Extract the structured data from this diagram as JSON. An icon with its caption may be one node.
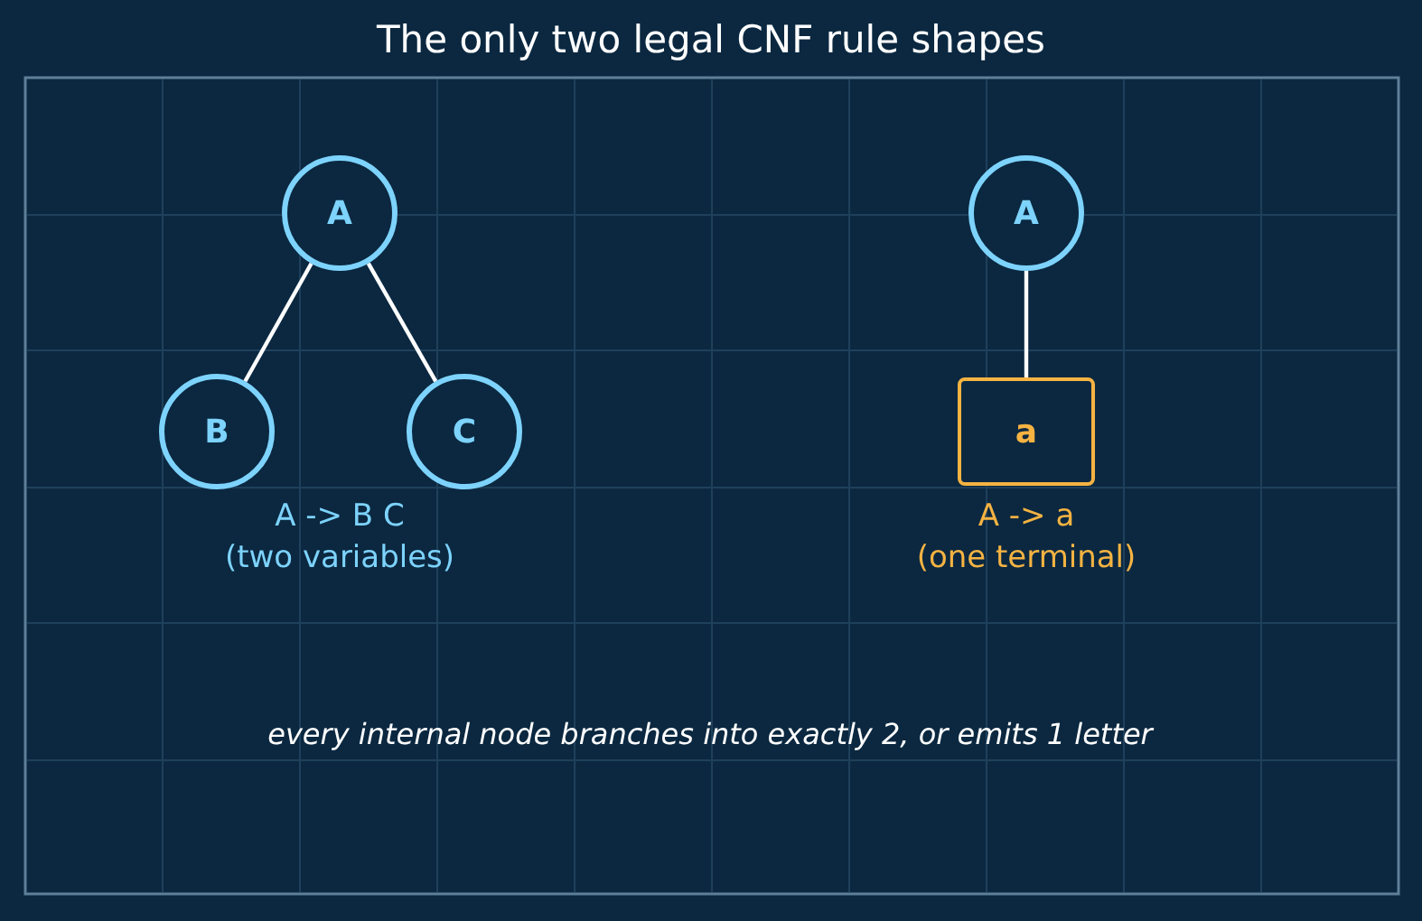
{
  "diagram": {
    "title": "The only two legal CNF rule shapes",
    "nodes": [
      {
        "text": [
          "A"
        ]
      },
      {
        "text": [
          "B"
        ]
      },
      {
        "text": [
          "C"
        ]
      },
      {
        "text": [
          "A"
        ]
      },
      {
        "text": [
          "a"
        ]
      }
    ],
    "edges": [
      {
        "from": 0,
        "to": 1,
        "arrow": "none"
      },
      {
        "from": 0,
        "to": 2,
        "arrow": "none"
      },
      {
        "from": 3,
        "to": 4,
        "arrow": "none"
      }
    ],
    "labels": [
      "A -> B C",
      "(two variables)",
      "A -> a",
      "(one terminal)",
      "every internal node branches into exactly 2, or emits 1 letter"
    ]
  }
}
